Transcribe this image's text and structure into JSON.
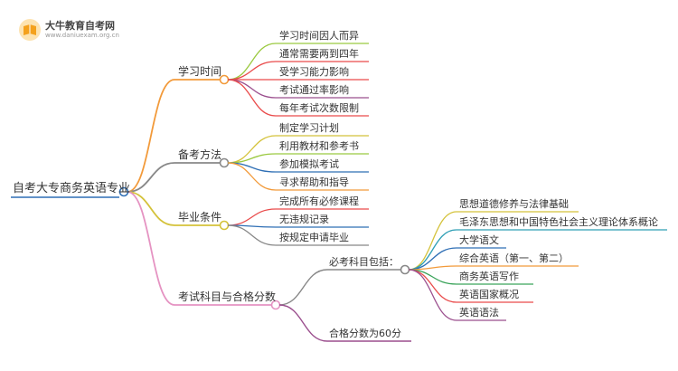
{
  "brand": {
    "name": "大牛教育自考网",
    "url": "www.daniuexam.org.cn",
    "logo_icon": "book-icon",
    "accent": "#f4a11c"
  },
  "root": "自考大专商务英语专业",
  "branches": [
    {
      "id": "study-time",
      "label": "学习时间",
      "color": "#f29a3a",
      "items": [
        {
          "label": "学习时间因人而异",
          "color": "#9bc940"
        },
        {
          "label": "通常需要两到四年",
          "color": "#e94b4b"
        },
        {
          "label": "受学习能力影响",
          "color": "#e94b4b"
        },
        {
          "label": "考试通过率影响",
          "color": "#9b4f8e"
        },
        {
          "label": "每年考试次数限制",
          "color": "#e94b4b"
        }
      ]
    },
    {
      "id": "prep-method",
      "label": "备考方法",
      "color": "#888888",
      "items": [
        {
          "label": "制定学习计划",
          "color": "#d4c23a"
        },
        {
          "label": "利用教材和参考书",
          "color": "#9bc940"
        },
        {
          "label": "参加模拟考试",
          "color": "#2f6fb5"
        },
        {
          "label": "寻求帮助和指导",
          "color": "#f29a3a"
        }
      ]
    },
    {
      "id": "graduation",
      "label": "毕业条件",
      "color": "#d4c23a",
      "items": [
        {
          "label": "完成所有必修课程",
          "color": "#e94b4b"
        },
        {
          "label": "无违规记录",
          "color": "#2f6fb5"
        },
        {
          "label": "按规定申请毕业",
          "color": "#888888"
        }
      ]
    },
    {
      "id": "subjects",
      "label": "考试科目与合格分数",
      "color": "#e593c2",
      "subbranches": [
        {
          "label": "必考科目包括：",
          "color": "#888888",
          "items": [
            {
              "label": "思想道德修养与法律基础",
              "color": "#d4c23a"
            },
            {
              "label": "毛泽东思想和中国特色社会主义理论体系概论",
              "color": "#2f9fb5"
            },
            {
              "label": "大学语文",
              "color": "#2f6fb5"
            },
            {
              "label": "综合英语（第一、第二）",
              "color": "#f29a3a"
            },
            {
              "label": "商务英语写作",
              "color": "#3aa35a"
            },
            {
              "label": "英语国家概况",
              "color": "#e94b4b"
            },
            {
              "label": "英语语法",
              "color": "#9b4f8e"
            }
          ]
        },
        {
          "label": "合格分数为60分",
          "color": "#9b4f8e"
        }
      ]
    }
  ]
}
